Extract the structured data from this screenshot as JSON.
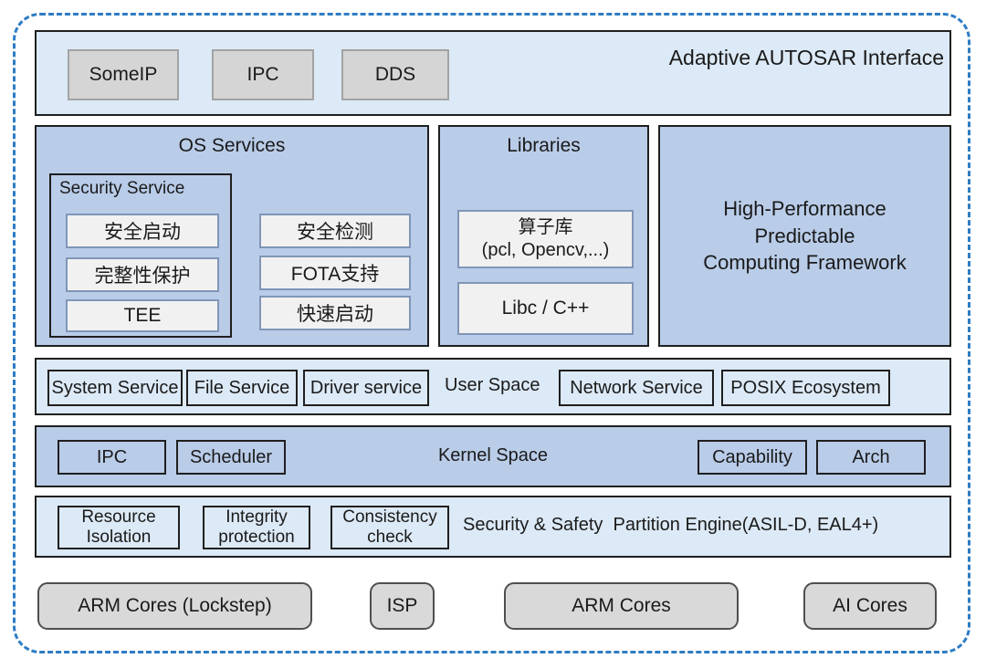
{
  "colors": {
    "dashed_border": "#2e7cc4",
    "light_band": "#dce9f6",
    "blue_panel": "#b9cce8",
    "outline": "#1f1f1f",
    "gray_box_fill": "#d5d5d5",
    "gray_box_border": "#a3a3a3",
    "light_item_fill": "#f1f1f1",
    "light_item_border": "#8096b8",
    "hw_fill": "#d9d9d9",
    "hw_border": "#4f4f4f"
  },
  "interface_band": {
    "title": "Adaptive AUTOSAR Interface",
    "boxes": [
      "SomeIP",
      "IPC",
      "DDS"
    ]
  },
  "os_services": {
    "title": "OS Services",
    "security_service": {
      "label": "Security Service",
      "items": [
        "安全启动",
        "完整性保护",
        "TEE"
      ]
    },
    "items": [
      "安全检测",
      "FOTA支持",
      "快速启动"
    ]
  },
  "libraries": {
    "title": "Libraries",
    "operator_lib": {
      "line1": "算子库",
      "line2": "(pcl, Opencv,...)"
    },
    "libc": "Libc / C++"
  },
  "computing_framework": {
    "lines": [
      "High-Performance",
      "Predictable",
      "Computing Framework"
    ]
  },
  "user_space": {
    "label": "User Space",
    "left_boxes": [
      "System Service",
      "File Service",
      "Driver service"
    ],
    "right_boxes": [
      "Network Service",
      "POSIX Ecosystem"
    ]
  },
  "kernel_space": {
    "label": "Kernel Space",
    "left_boxes": [
      "IPC",
      "Scheduler"
    ],
    "right_boxes": [
      "Capability",
      "Arch"
    ]
  },
  "partition_engine": {
    "label": "Security & Safety  Partition Engine(ASIL-D, EAL4+)",
    "boxes": [
      {
        "line1": "Resource",
        "line2": "Isolation"
      },
      {
        "line1": "Integrity",
        "line2": "protection"
      },
      {
        "line1": "Consistency",
        "line2": "check"
      }
    ]
  },
  "hardware": {
    "boxes": [
      "ARM Cores (Lockstep)",
      "ISP",
      "ARM Cores",
      "AI Cores"
    ]
  }
}
